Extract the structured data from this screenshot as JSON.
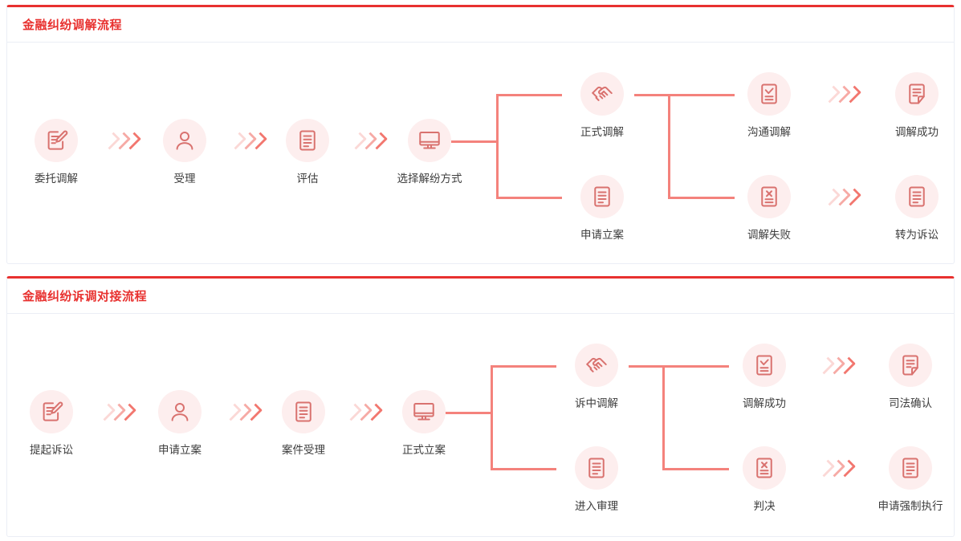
{
  "cards": [
    {
      "title": "金融纠纷调解流程",
      "nodes": [
        {
          "key": "n1",
          "label": "委托调解",
          "icon": "edit-document-icon"
        },
        {
          "key": "n2",
          "label": "受理",
          "icon": "person-icon"
        },
        {
          "key": "n3",
          "label": "评估",
          "icon": "document-lines-icon"
        },
        {
          "key": "n4",
          "label": "选择解纷方式",
          "icon": "monitor-icon"
        },
        {
          "key": "n5",
          "label": "正式调解",
          "icon": "handshake-icon"
        },
        {
          "key": "n6",
          "label": "申请立案",
          "icon": "document-lines-icon"
        },
        {
          "key": "n7",
          "label": "沟通调解",
          "icon": "document-check-icon"
        },
        {
          "key": "n8",
          "label": "调解失败",
          "icon": "document-x-icon"
        },
        {
          "key": "n9",
          "label": "调解成功",
          "icon": "document-fold-icon"
        },
        {
          "key": "n10",
          "label": "转为诉讼",
          "icon": "document-lines-icon"
        }
      ],
      "arrows": [
        "chevrons-right",
        "chevrons-right",
        "chevrons-right",
        "chevrons-right",
        "chevrons-right"
      ]
    },
    {
      "title": "金融纠纷诉调对接流程",
      "nodes": [
        {
          "key": "n1",
          "label": "提起诉讼",
          "icon": "edit-document-icon"
        },
        {
          "key": "n2",
          "label": "申请立案",
          "icon": "person-icon"
        },
        {
          "key": "n3",
          "label": "案件受理",
          "icon": "document-lines-icon"
        },
        {
          "key": "n4",
          "label": "正式立案",
          "icon": "monitor-icon"
        },
        {
          "key": "n5",
          "label": "诉中调解",
          "icon": "handshake-icon"
        },
        {
          "key": "n6",
          "label": "进入审理",
          "icon": "document-lines-icon"
        },
        {
          "key": "n7",
          "label": "调解成功",
          "icon": "document-check-icon"
        },
        {
          "key": "n8",
          "label": "判决",
          "icon": "document-x-icon"
        },
        {
          "key": "n9",
          "label": "司法确认",
          "icon": "document-fold-icon"
        },
        {
          "key": "n10",
          "label": "申请强制执行",
          "icon": "document-lines-icon"
        }
      ],
      "arrows": [
        "chevrons-right",
        "chevrons-right",
        "chevrons-right",
        "chevrons-right",
        "chevrons-right"
      ]
    }
  ],
  "colors": {
    "accent": "#e8312f",
    "line": "#f4827c",
    "chevron": "#f2776f",
    "circle_bg": "#fdeeee",
    "icon": "#d9726f",
    "label": "#3d3d3d",
    "card_border": "#ebeef5"
  }
}
